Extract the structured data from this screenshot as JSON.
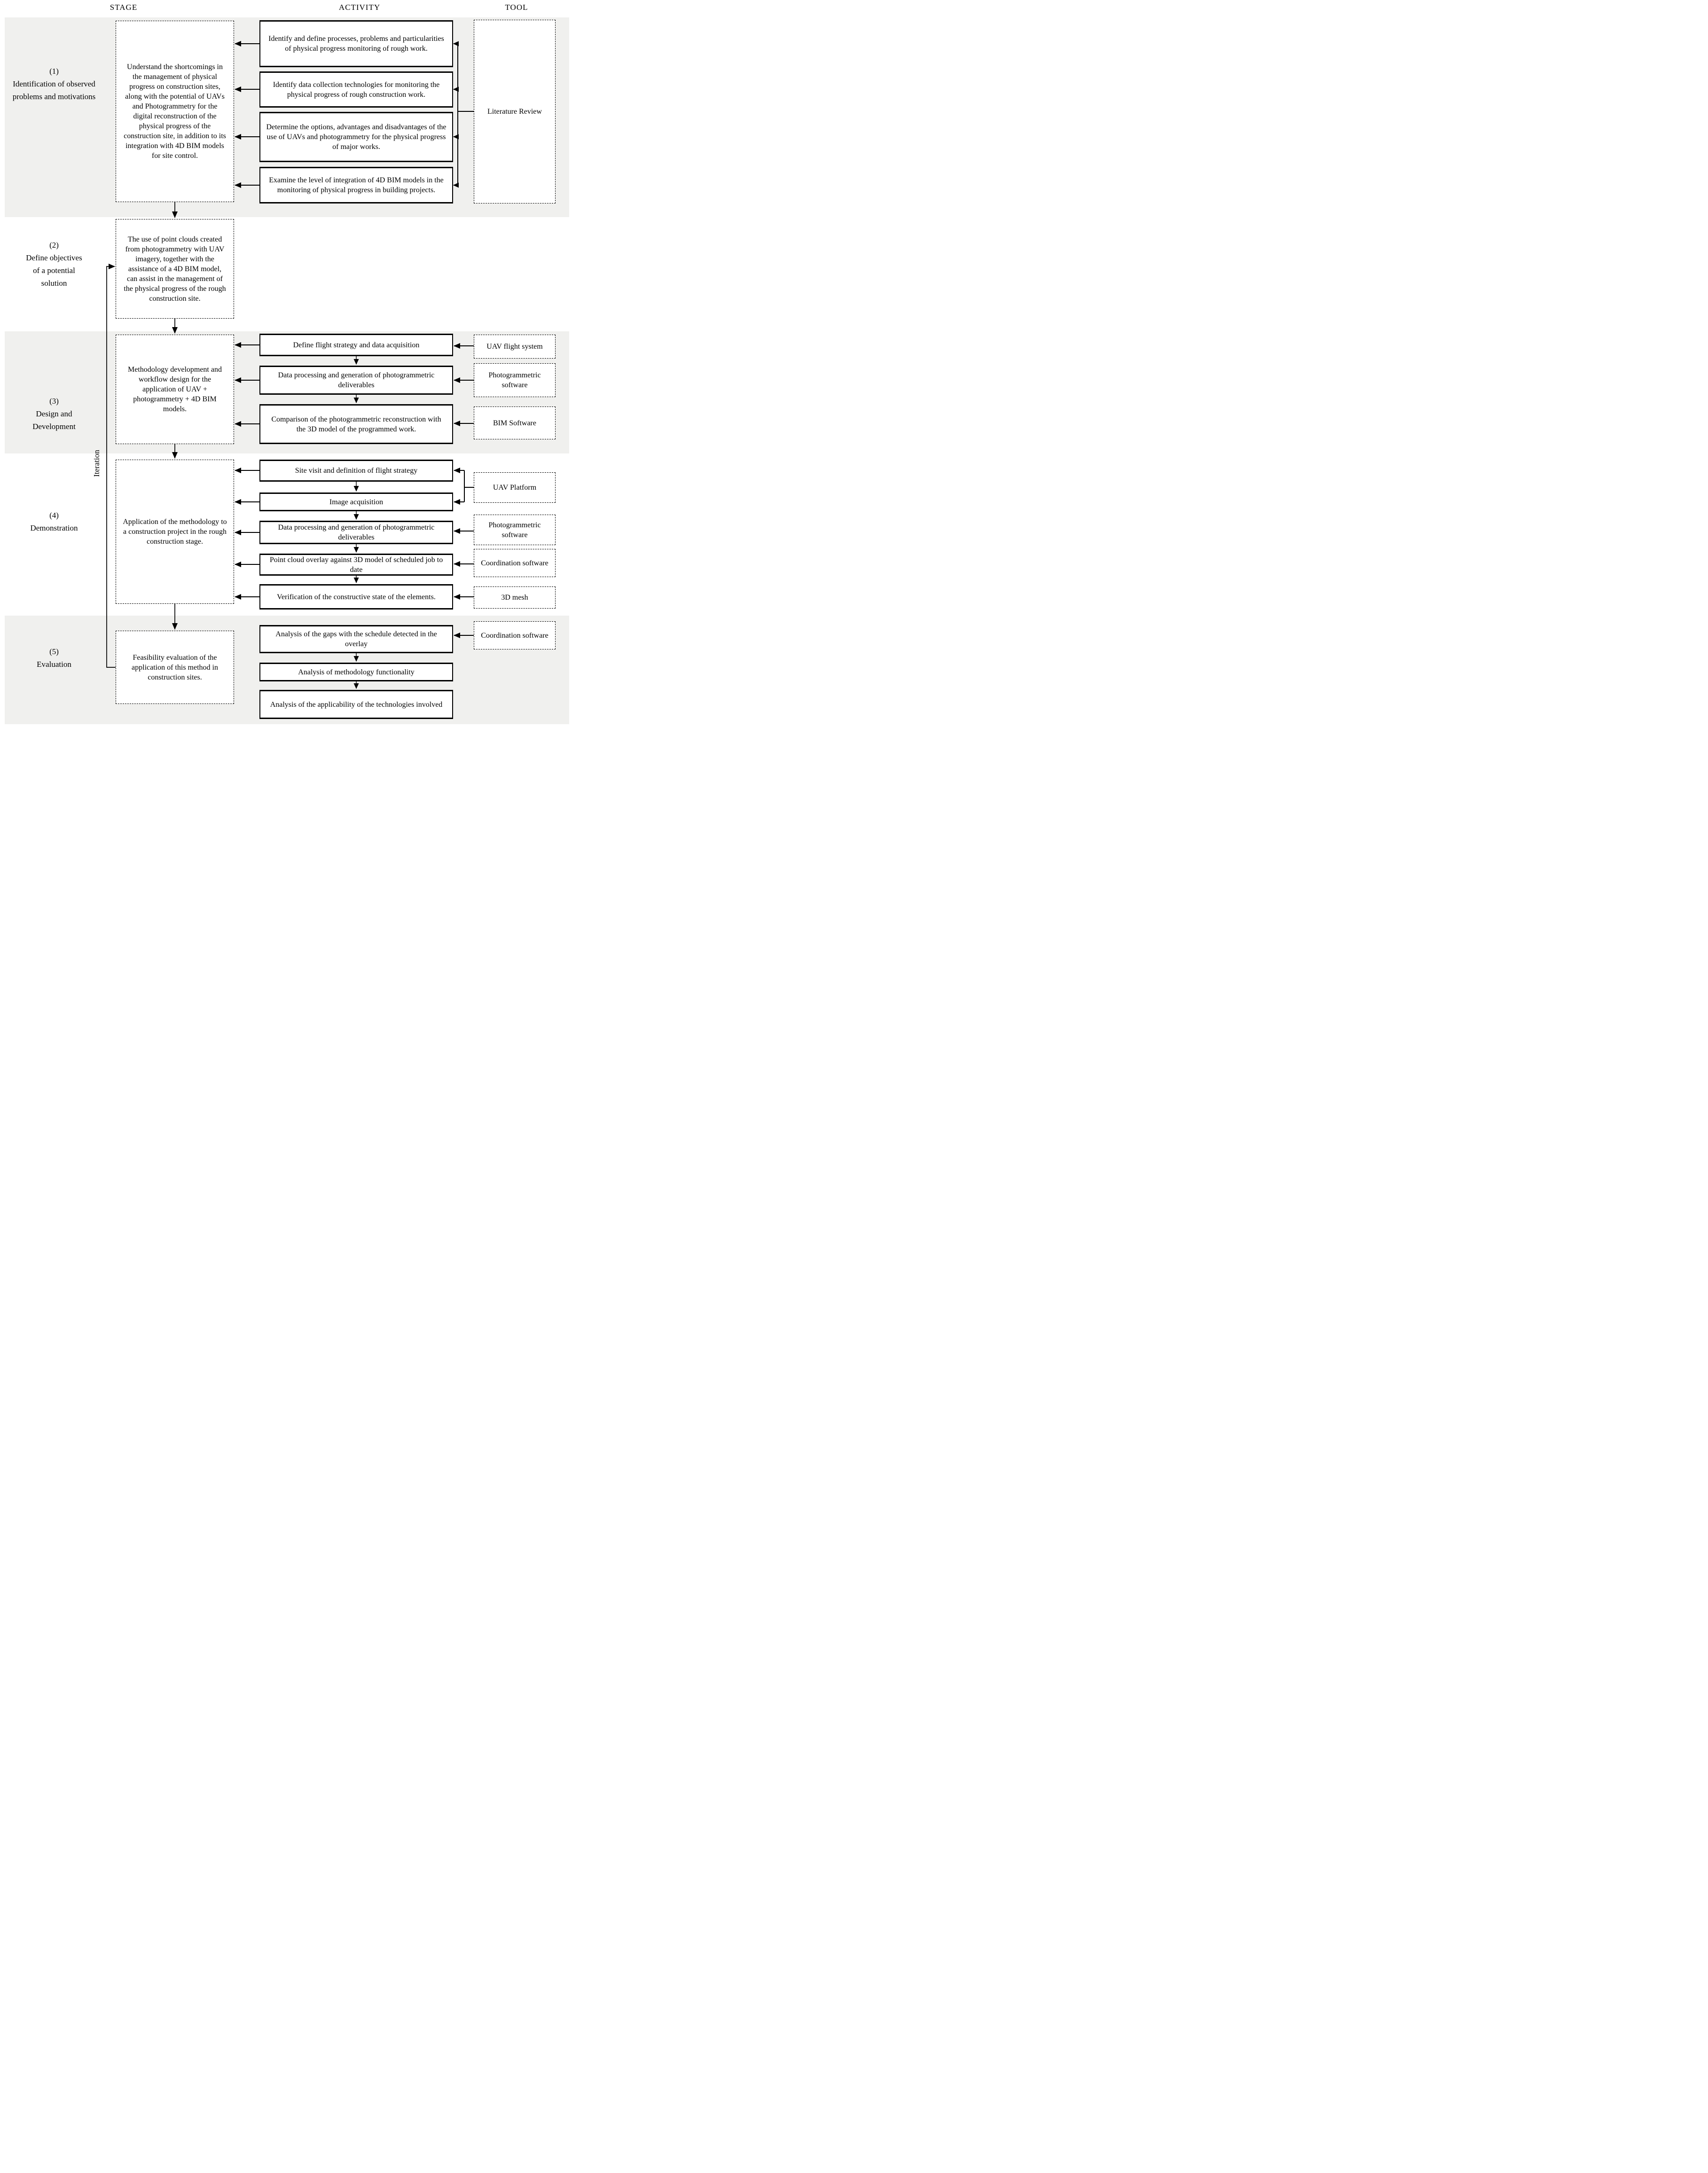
{
  "header": {
    "stage": "STAGE",
    "activity": "ACTIVITY",
    "tool": "TOOL"
  },
  "iteration_label": "Iteration",
  "colors": {
    "band_gray": "#f0f0ee",
    "line_black": "#000000",
    "box_white": "#ffffff"
  },
  "stages": [
    {
      "number": "(1)",
      "name": "Identification of observed problems and motivations",
      "box": "Understand the shortcomings in the management of physical progress on construction sites, along with the potential of UAVs and Photogrammetry for the digital reconstruction of the physical progress of the construction site, in addition to its integration with 4D BIM models for site control.",
      "activities": [
        "Identify and define processes, problems and particularities of physical progress monitoring of rough work.",
        "Identify data collection technologies for monitoring the physical progress of rough construction work.",
        "Determine the options, advantages and disadvantages of the use of UAVs and photogrammetry for the physical progress of major works.",
        "Examine the level of integration of 4D BIM models in the monitoring of physical progress in building projects."
      ],
      "tools": [
        "Literature Review"
      ]
    },
    {
      "number": "(2)",
      "name": "Define objectives of a potential solution",
      "box": "The use of point clouds created from photogrammetry with UAV imagery, together with the assistance of a 4D BIM model, can assist in the management of the physical progress of the rough construction site.",
      "activities": [],
      "tools": []
    },
    {
      "number": "(3)",
      "name": "Design and Development",
      "box": "Methodology development and workflow design for the application of UAV + photogrammetry + 4D BIM models.",
      "activities": [
        "Define flight strategy and data acquisition",
        "Data processing and generation of photogrammetric deliverables",
        "Comparison of the photogrammetric reconstruction with the 3D model of the programmed work."
      ],
      "tools": [
        "UAV flight system",
        "Photogrammetric software",
        "BIM Software"
      ]
    },
    {
      "number": "(4)",
      "name": "Demonstration",
      "box": "Application of the methodology to a construction project in the rough construction stage.",
      "activities": [
        "Site visit and definition of flight strategy",
        "Image acquisition",
        "Data processing and generation of photogrammetric deliverables",
        "Point cloud overlay against 3D model of scheduled job to date",
        "Verification of the constructive state of the elements."
      ],
      "tools": [
        "UAV Platform",
        "Photogrammetric software",
        "Coordination software",
        "3D mesh"
      ]
    },
    {
      "number": "(5)",
      "name": "Evaluation",
      "box": "Feasibility evaluation of the application of this method in construction sites.",
      "activities": [
        "Analysis of the gaps with the schedule detected in the overlay",
        "Analysis of methodology functionality",
        "Analysis of the applicability of the technologies involved"
      ],
      "tools": [
        "Coordination software"
      ]
    }
  ]
}
